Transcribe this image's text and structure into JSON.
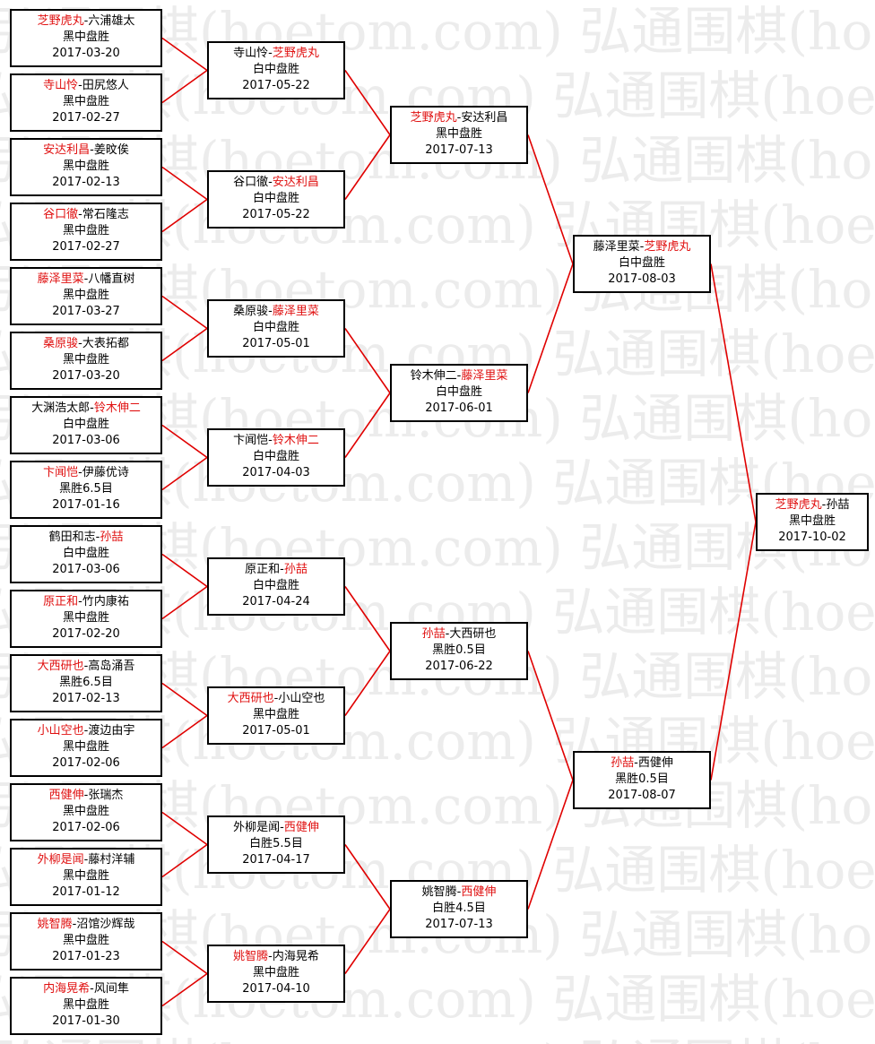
{
  "watermark": "弘通围棋(hoetom.com)",
  "colors": {
    "winner": "#e01010",
    "connector": "#e00000",
    "border": "#000000",
    "watermark": "#ececec"
  },
  "rounds": [
    [
      {
        "left": "芝野虎丸",
        "right": "六浦雄太",
        "winner": "left",
        "result": "黑中盘胜",
        "date": "2017-03-20"
      },
      {
        "left": "寺山怜",
        "right": "田尻悠人",
        "winner": "left",
        "result": "黑中盘胜",
        "date": "2017-02-27"
      },
      {
        "left": "安达利昌",
        "right": "姜旼俟",
        "winner": "left",
        "result": "黑中盘胜",
        "date": "2017-02-13"
      },
      {
        "left": "谷口徹",
        "right": "常石隆志",
        "winner": "left",
        "result": "黑中盘胜",
        "date": "2017-02-27"
      },
      {
        "left": "藤泽里菜",
        "right": "八幡直树",
        "winner": "left",
        "result": "黑中盘胜",
        "date": "2017-03-27"
      },
      {
        "left": "桑原骏",
        "right": "大表拓都",
        "winner": "left",
        "result": "黑中盘胜",
        "date": "2017-03-20"
      },
      {
        "left": "大渊浩太郎",
        "right": "铃木伸二",
        "winner": "right",
        "result": "白中盘胜",
        "date": "2017-03-06"
      },
      {
        "left": "卞闻恺",
        "right": "伊藤优诗",
        "winner": "left",
        "result": "黑胜6.5目",
        "date": "2017-01-16"
      },
      {
        "left": "鹤田和志",
        "right": "孙喆",
        "winner": "right",
        "result": "白中盘胜",
        "date": "2017-03-06"
      },
      {
        "left": "原正和",
        "right": "竹内康祐",
        "winner": "left",
        "result": "黑中盘胜",
        "date": "2017-02-20"
      },
      {
        "left": "大西研也",
        "right": "高岛涌吾",
        "winner": "left",
        "result": "黑胜6.5目",
        "date": "2017-02-13"
      },
      {
        "left": "小山空也",
        "right": "渡边由宇",
        "winner": "left",
        "result": "黑中盘胜",
        "date": "2017-02-06"
      },
      {
        "left": "西健伸",
        "right": "张瑞杰",
        "winner": "left",
        "result": "黑中盘胜",
        "date": "2017-02-06"
      },
      {
        "left": "外柳是闻",
        "right": "藤村洋辅",
        "winner": "left",
        "result": "黑中盘胜",
        "date": "2017-01-12"
      },
      {
        "left": "姚智腾",
        "right": "沼馆沙辉哉",
        "winner": "left",
        "result": "黑中盘胜",
        "date": "2017-01-23"
      },
      {
        "left": "内海晃希",
        "right": "风间隼",
        "winner": "left",
        "result": "黑中盘胜",
        "date": "2017-01-30"
      }
    ],
    [
      {
        "left": "寺山怜",
        "right": "芝野虎丸",
        "winner": "right",
        "result": "白中盘胜",
        "date": "2017-05-22"
      },
      {
        "left": "谷口徹",
        "right": "安达利昌",
        "winner": "right",
        "result": "白中盘胜",
        "date": "2017-05-22"
      },
      {
        "left": "桑原骏",
        "right": "藤泽里菜",
        "winner": "right",
        "result": "白中盘胜",
        "date": "2017-05-01"
      },
      {
        "left": "卞闻恺",
        "right": "铃木伸二",
        "winner": "right",
        "result": "白中盘胜",
        "date": "2017-04-03"
      },
      {
        "left": "原正和",
        "right": "孙喆",
        "winner": "right",
        "result": "白中盘胜",
        "date": "2017-04-24"
      },
      {
        "left": "大西研也",
        "right": "小山空也",
        "winner": "left",
        "result": "黑中盘胜",
        "date": "2017-05-01"
      },
      {
        "left": "外柳是闻",
        "right": "西健伸",
        "winner": "right",
        "result": "白胜5.5目",
        "date": "2017-04-17"
      },
      {
        "left": "姚智腾",
        "right": "内海晃希",
        "winner": "left",
        "result": "黑中盘胜",
        "date": "2017-04-10"
      }
    ],
    [
      {
        "left": "芝野虎丸",
        "right": "安达利昌",
        "winner": "left",
        "result": "黑中盘胜",
        "date": "2017-07-13"
      },
      {
        "left": "铃木伸二",
        "right": "藤泽里菜",
        "winner": "right",
        "result": "白中盘胜",
        "date": "2017-06-01"
      },
      {
        "left": "孙喆",
        "right": "大西研也",
        "winner": "left",
        "result": "黑胜0.5目",
        "date": "2017-06-22"
      },
      {
        "left": "姚智腾",
        "right": "西健伸",
        "winner": "right",
        "result": "白胜4.5目",
        "date": "2017-07-13"
      }
    ],
    [
      {
        "left": "藤泽里菜",
        "right": "芝野虎丸",
        "winner": "right",
        "result": "白中盘胜",
        "date": "2017-08-03"
      },
      {
        "left": "孙喆",
        "right": "西健伸",
        "winner": "left",
        "result": "黑胜0.5目",
        "date": "2017-08-07"
      }
    ],
    [
      {
        "left": "芝野虎丸",
        "right": "孙喆",
        "winner": "left",
        "result": "黑中盘胜",
        "date": "2017-10-02"
      }
    ]
  ]
}
